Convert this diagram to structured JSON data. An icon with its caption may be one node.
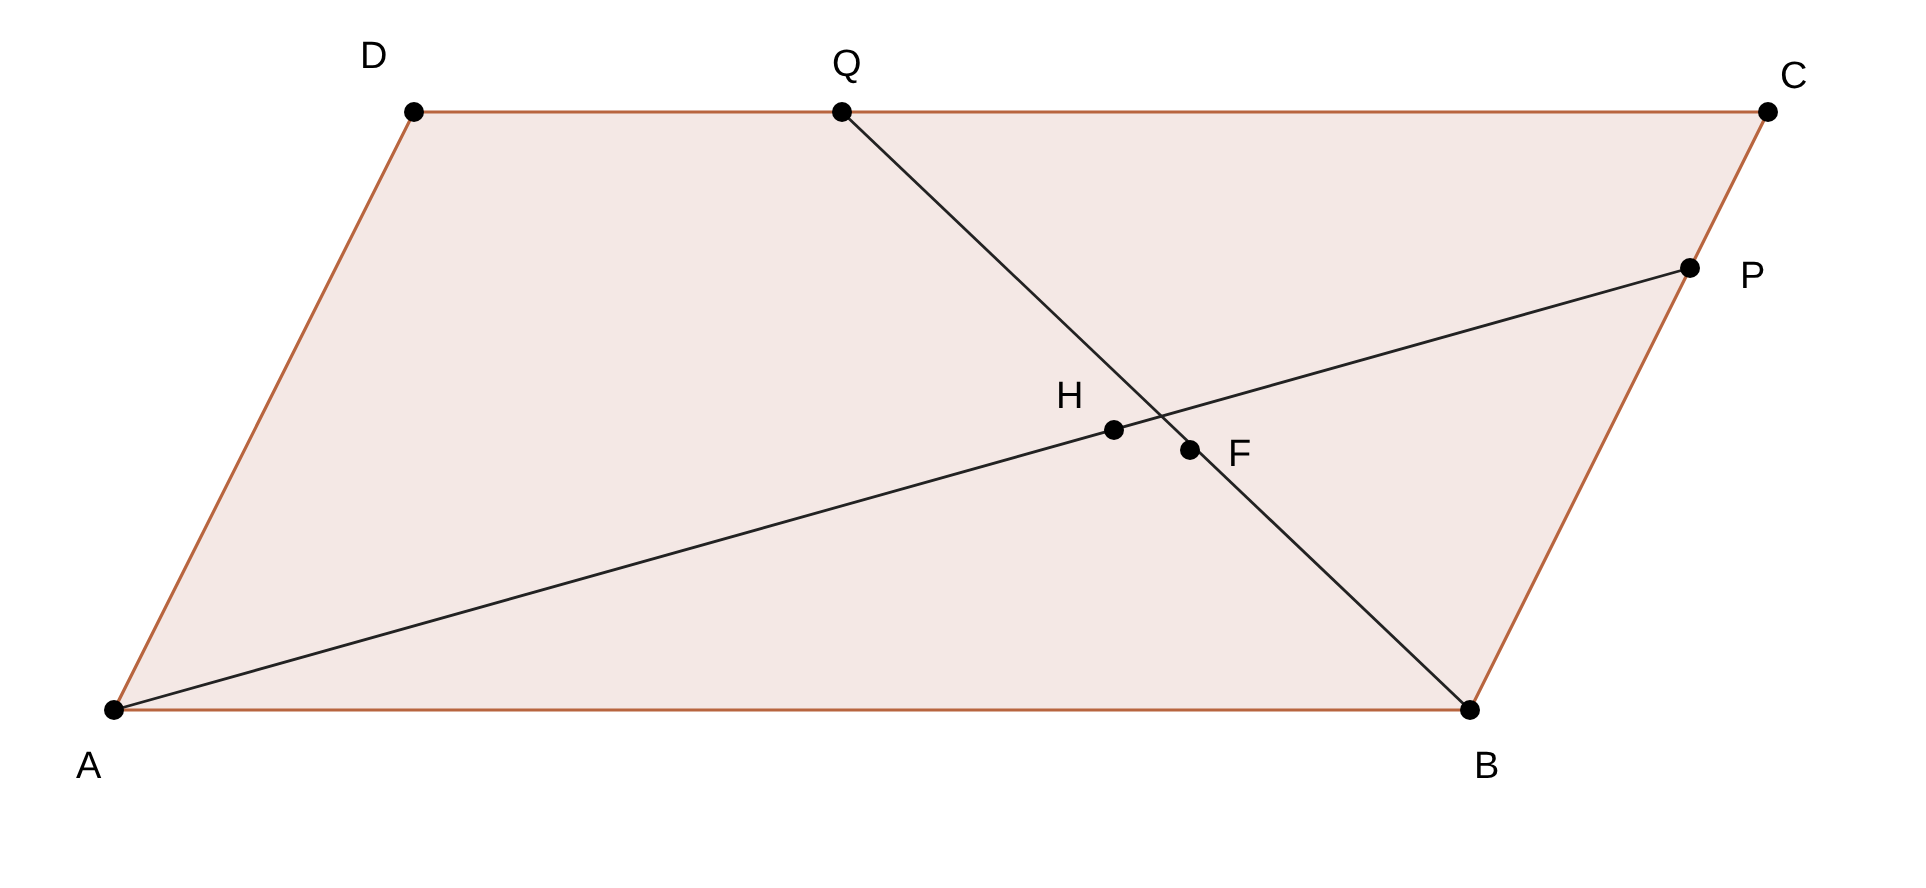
{
  "diagram": {
    "labels": [
      "D",
      "Q",
      "C",
      "P",
      "H",
      "F",
      "A",
      "B"
    ]
  }
}
